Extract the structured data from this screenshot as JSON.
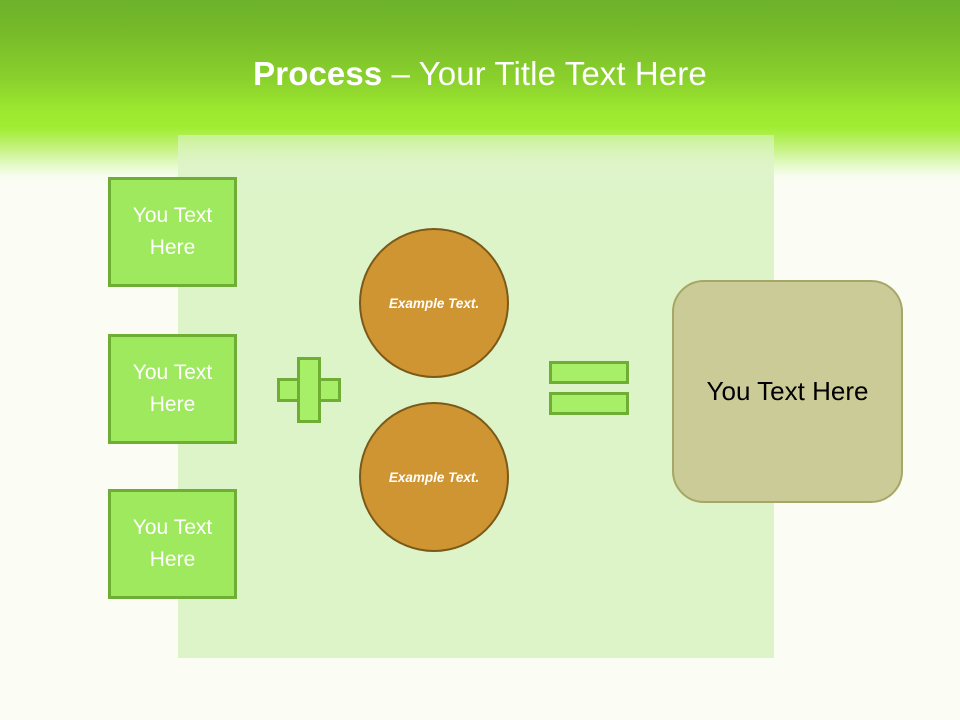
{
  "slide": {
    "title_bold": "Process",
    "title_rest": " – Your Title Text Here",
    "background_color": "#fbfdf5",
    "panel_color": "#ddf3c8",
    "header_gradient_top": "#6cb22b",
    "header_gradient_bottom": "#a1ed33"
  },
  "inputs": {
    "boxes": [
      {
        "label": "You Text Here"
      },
      {
        "label": "You Text Here"
      },
      {
        "label": "You Text Here"
      }
    ],
    "fill_color": "#9ee95e",
    "border_color": "#6fae35",
    "text_color": "#ffffff"
  },
  "operators": {
    "plus": {
      "symbol": "plus-operator",
      "fill_color": "#a8ef68",
      "border_color": "#6fae35"
    },
    "equals": {
      "symbol": "equals-operator",
      "fill_color": "#a8ef68",
      "border_color": "#6fae35"
    }
  },
  "circles": {
    "items": [
      {
        "label": "Example Text."
      },
      {
        "label": "Example Text."
      }
    ],
    "fill_color": "#cf9532",
    "border_color": "#7b5a19",
    "text_color": "#ffffff"
  },
  "result": {
    "label": "You Text Here",
    "fill_color": "#cbcb97",
    "border_color": "#a6a667",
    "text_color": "#000000"
  }
}
